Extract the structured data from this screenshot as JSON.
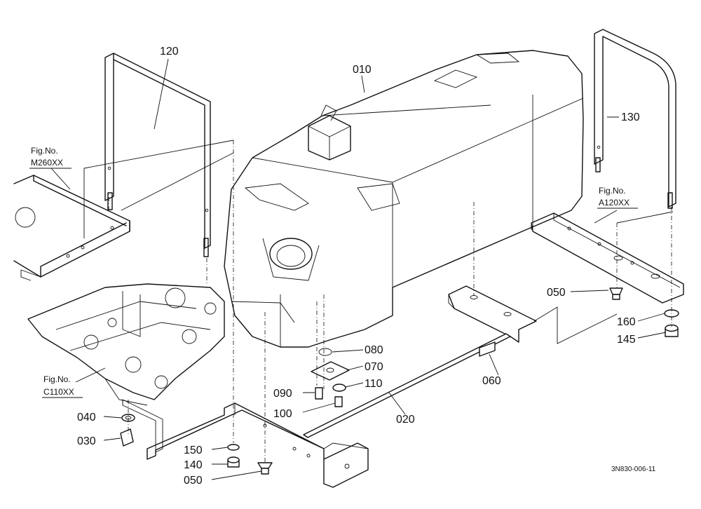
{
  "parts": {
    "p010": "010",
    "p020": "020",
    "p030": "030",
    "p040": "040",
    "p050a": "050",
    "p050b": "050",
    "p060": "060",
    "p070": "070",
    "p080": "080",
    "p090": "090",
    "p100": "100",
    "p110": "110",
    "p120": "120",
    "p130": "130",
    "p140": "140",
    "p145": "145",
    "p150": "150",
    "p160": "160"
  },
  "figure_refs": {
    "m260": {
      "label": "Fig.No.",
      "code": "M260XX"
    },
    "a120": {
      "label": "Fig.No.",
      "code": "A120XX"
    },
    "c110": {
      "label": "Fig.No.",
      "code": "C110XX"
    }
  },
  "drawing_code": "3N830-006-11"
}
